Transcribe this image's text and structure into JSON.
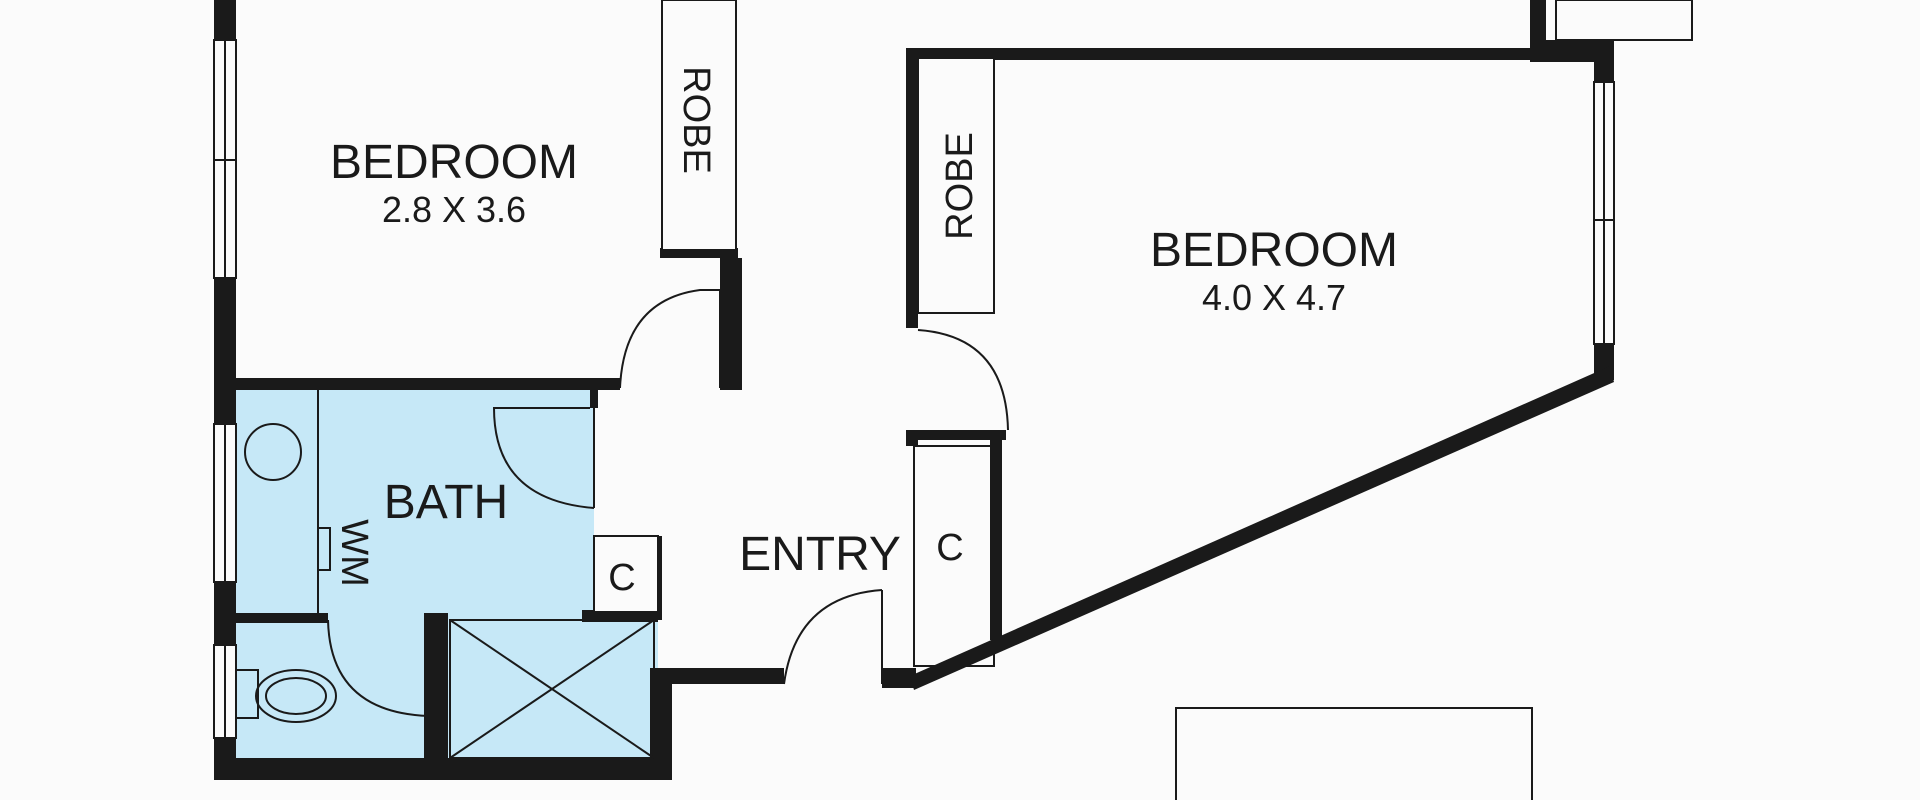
{
  "rooms": {
    "bedroom_1": {
      "name": "BEDROOM",
      "dimensions": "2.8 X 3.6"
    },
    "bedroom_2": {
      "name": "BEDROOM",
      "dimensions": "4.0 X 4.7"
    },
    "bath": {
      "name": "BATH"
    },
    "entry": {
      "name": "ENTRY"
    }
  },
  "fixtures": {
    "robe_1": "ROBE",
    "robe_2": "ROBE",
    "cupboard_1": "C",
    "cupboard_2": "C",
    "washing_machine": "WM"
  },
  "colors": {
    "wall": "#1a1a1a",
    "wet_area": "#c6e8f7",
    "background": "#fbfbfb"
  }
}
